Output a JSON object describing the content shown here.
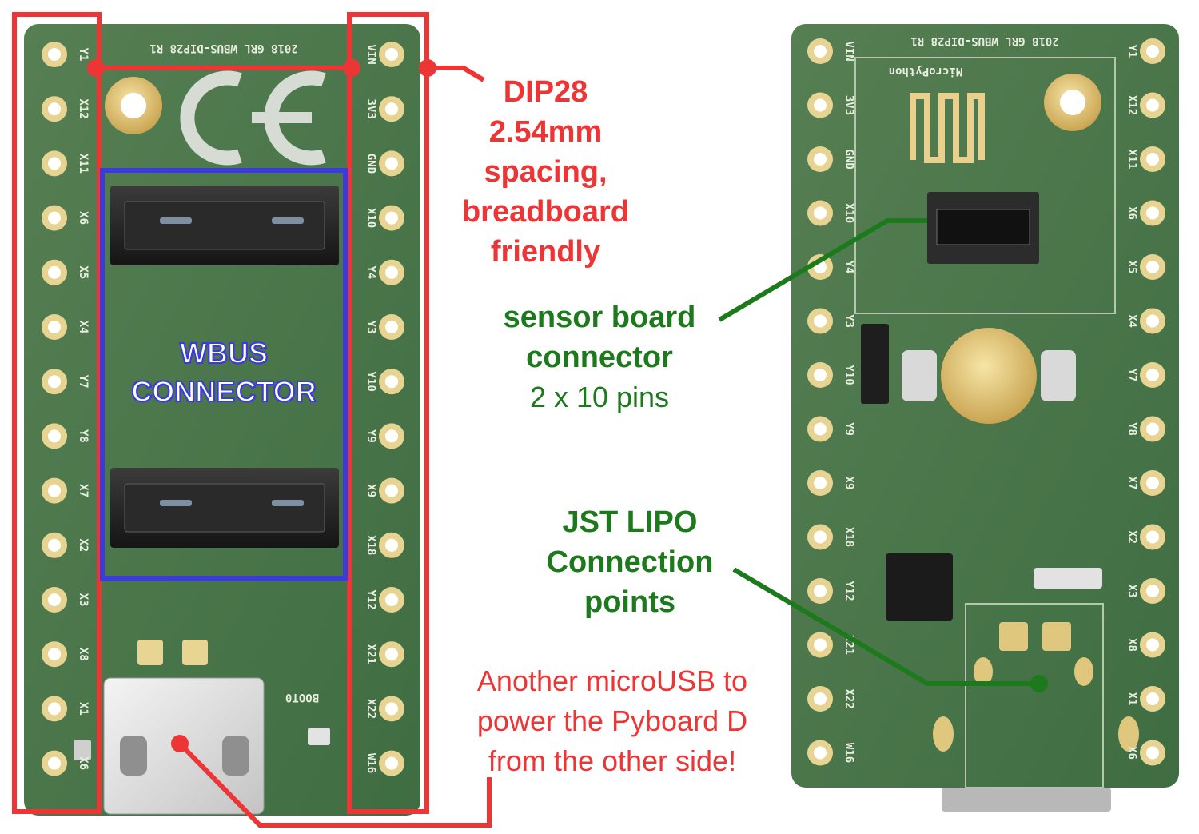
{
  "labels": {
    "dip28": [
      "DIP28",
      "2.54mm",
      "spacing,",
      "breadboard",
      "friendly"
    ],
    "sensor_line1": "sensor board",
    "sensor_line2": "connector",
    "sensor_line3": "2 x 10 pins",
    "jst": [
      "JST LIPO",
      "Connection",
      "points"
    ],
    "usb": [
      "Another microUSB to",
      "power the Pyboard D",
      "from the other side!"
    ],
    "wbus": [
      "WBUS",
      "CONNECTOR"
    ]
  },
  "silkscreen": {
    "left_header": "2018 GRL WBUS-DIP28 R1",
    "right_header": "2018 GRL WBUS-DIP28 R1",
    "micropython": "MicroPython",
    "boot": "BOOT0",
    "left_pins": [
      "Y1",
      "X12",
      "X11",
      "X6",
      "X5",
      "X4",
      "Y7",
      "Y8",
      "X7",
      "X2",
      "X3",
      "X8",
      "X1",
      "X6"
    ],
    "right_pins": [
      "VIN",
      "3V3",
      "GND",
      "X10",
      "Y4",
      "Y3",
      "Y10",
      "Y9",
      "X9",
      "X18",
      "Y12",
      "X21",
      "X22",
      "W16"
    ]
  },
  "colors": {
    "annotation_red": "#ee3535",
    "annotation_green": "#1c7a1c",
    "annotation_blue": "#3a3ae0",
    "pcb_green": "#4a7a4a"
  }
}
